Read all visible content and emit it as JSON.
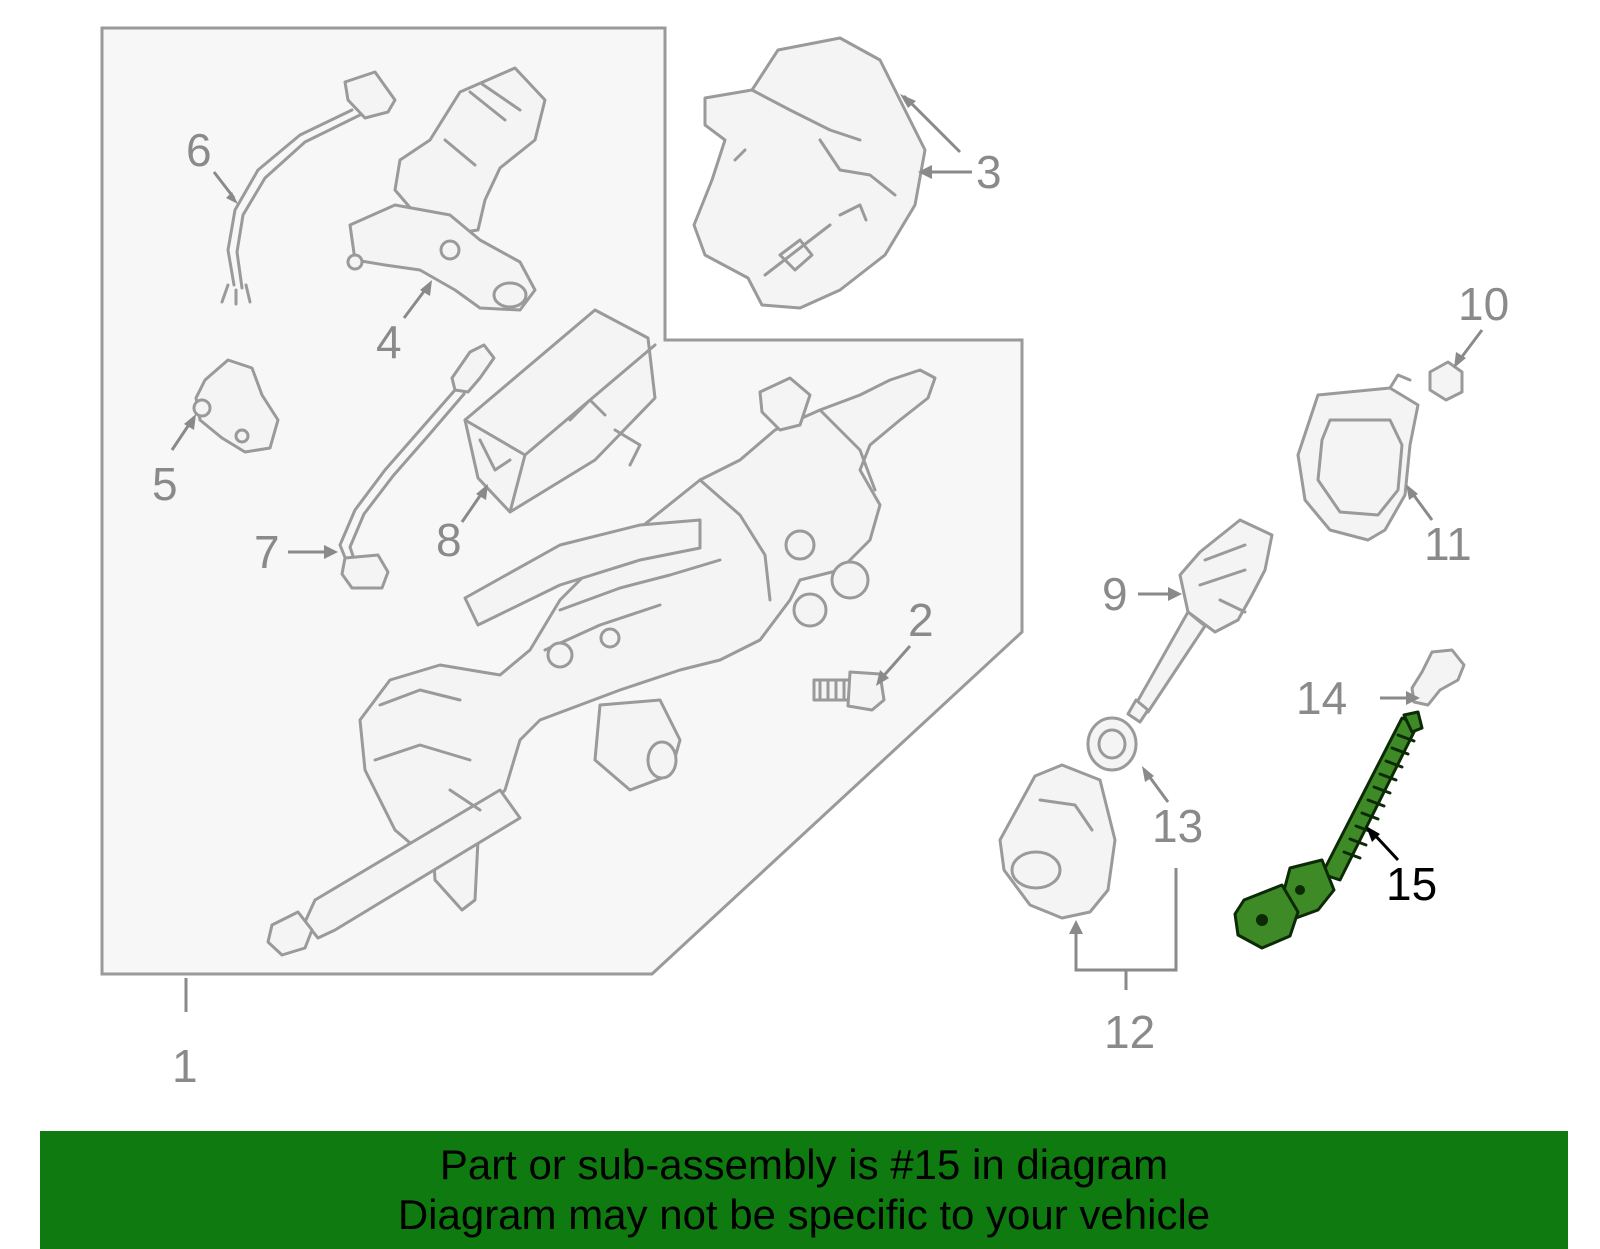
{
  "callouts": {
    "c1": "1",
    "c2": "2",
    "c3": "3",
    "c4": "4",
    "c5": "5",
    "c6": "6",
    "c7": "7",
    "c8": "8",
    "c9": "9",
    "c10": "10",
    "c11": "11",
    "c12": "12",
    "c13": "13",
    "c14": "14",
    "c15": "15"
  },
  "highlighted_part": "15",
  "colors": {
    "highlight_part": "#3e8a26",
    "footer_background": "#0f7a0f",
    "part_outline": "#9a9a9a",
    "callout_text": "#8a8a8a"
  },
  "footer": {
    "line1": "Part or sub-assembly is #15 in diagram",
    "line2": "Diagram may not be specific to your vehicle"
  }
}
